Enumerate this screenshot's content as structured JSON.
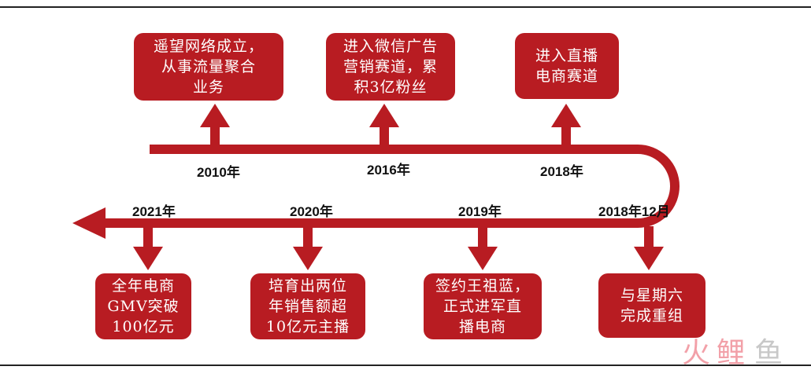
{
  "colors": {
    "accent": "#b81c22",
    "rule": "#222222",
    "watermark_pink": "#f2a0a8",
    "watermark_gray": "#c8c8c8"
  },
  "top_events": [
    {
      "year": "2010年",
      "text": "遥望网络成立，\n从事流量聚合\n业务"
    },
    {
      "year": "2016年",
      "text": "进入微信广告\n营销赛道，累\n积3亿粉丝"
    },
    {
      "year": "2018年",
      "text": "进入直播\n电商赛道"
    }
  ],
  "bottom_events": [
    {
      "year": "2021年",
      "text": "全年电商\nGMV突破\n100亿元"
    },
    {
      "year": "2020年",
      "text": "培育出两位\n年销售额超\n10亿元主播"
    },
    {
      "year": "2019年",
      "text": "签约王祖蓝，\n正式进军直\n播电商"
    },
    {
      "year": "2018年12月",
      "text": "与星期六\n完成重组"
    }
  ],
  "watermark": {
    "part1": "火",
    "part2": "鲤",
    "part3": "鱼"
  }
}
